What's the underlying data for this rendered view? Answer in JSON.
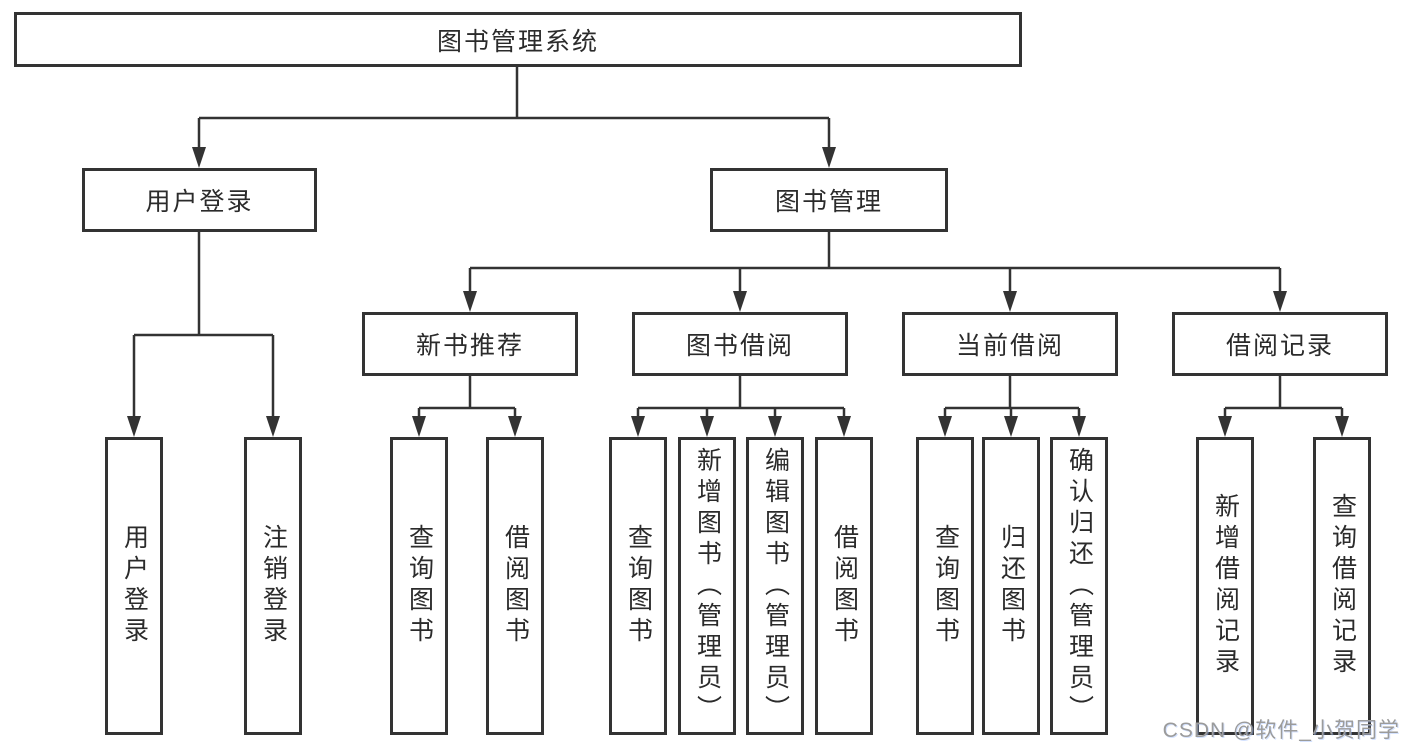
{
  "tree": {
    "label": "图书管理系统",
    "children": [
      {
        "label": "用户登录",
        "children": [
          {
            "label": "用户登录"
          },
          {
            "label": "注销登录"
          }
        ]
      },
      {
        "label": "图书管理",
        "children": [
          {
            "label": "新书推荐",
            "children": [
              {
                "label": "查询图书"
              },
              {
                "label": "借阅图书"
              }
            ]
          },
          {
            "label": "图书借阅",
            "children": [
              {
                "label": "查询图书"
              },
              {
                "label": "新增图书（管理员）"
              },
              {
                "label": "编辑图书（管理员）"
              },
              {
                "label": "借阅图书"
              }
            ]
          },
          {
            "label": "当前借阅",
            "children": [
              {
                "label": "查询图书"
              },
              {
                "label": "归还图书"
              },
              {
                "label": "确认归还（管理员）"
              }
            ]
          },
          {
            "label": "借阅记录",
            "children": [
              {
                "label": "新增借阅记录"
              },
              {
                "label": "查询借阅记录"
              }
            ]
          }
        ]
      }
    ]
  },
  "watermark": {
    "text": "CSDN @软件_小贺同学"
  },
  "colors": {
    "line": "#333333",
    "box_border": "#333333",
    "text": "#2b2b2b",
    "watermark_text": "#9b9b9b",
    "background": "#ffffff"
  }
}
